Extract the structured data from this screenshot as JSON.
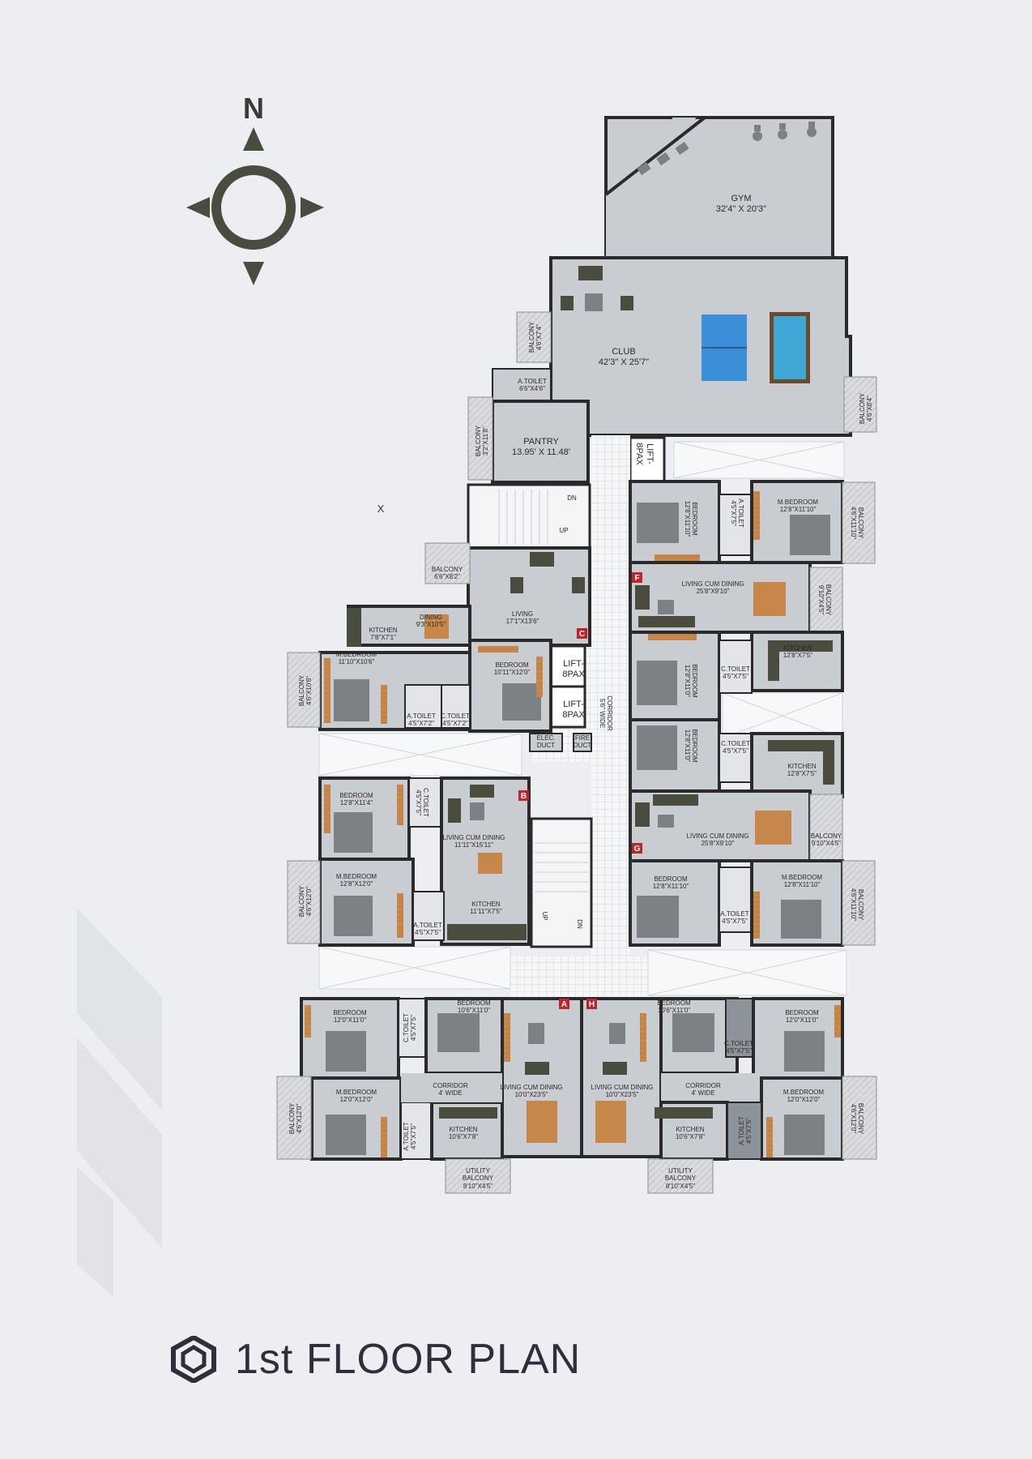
{
  "compass": {
    "north_label": "N"
  },
  "marker_x": "X",
  "title": "1st FLOOR PLAN",
  "colors": {
    "background": "#eceef1",
    "wall": "#2a2a2a",
    "floor": "#c9ccd0",
    "wood": "#c8874a",
    "sofa": "#4a4d3e",
    "corridor": "#f4f5f6",
    "door": "#b3232a",
    "pool_table": "#3fa7d6",
    "tt_table": "#3b8ed8",
    "brand": "#2e2f3a"
  },
  "rooms": [
    {
      "id": "gym",
      "name": "GYM",
      "size": "32'4\" X 20'3\""
    },
    {
      "id": "club",
      "name": "CLUB",
      "size": "42'3\" X 25'7\""
    },
    {
      "id": "pantry",
      "name": "PANTRY",
      "size": "13.95' X 11.48'"
    },
    {
      "id": "balcony-club",
      "name": "BALCONY",
      "size": "4'6\"X7'4\""
    },
    {
      "id": "balcony-club-r",
      "name": "BALCONY",
      "size": "4'6\"X8'4\""
    },
    {
      "id": "atoilet-club",
      "name": "A.TOILET",
      "size": "6'6\"X4'6\""
    },
    {
      "id": "balcony-pantry",
      "name": "BALCONY",
      "size": "3'2\"X11'8\""
    },
    {
      "id": "lift-top",
      "name": "LIFT-",
      "size": "8PAX"
    },
    {
      "id": "dn-top",
      "name": "DN",
      "size": ""
    },
    {
      "id": "up-top",
      "name": "UP",
      "size": ""
    },
    {
      "id": "balcony-c",
      "name": "BALCONY",
      "size": "6'6\"X8'2\""
    },
    {
      "id": "living-c",
      "name": "LIVING",
      "size": "17'1\"X13'6\""
    },
    {
      "id": "kitchen-c",
      "name": "KITCHEN",
      "size": "7'8\"X7'1\""
    },
    {
      "id": "dining-c",
      "name": "DINING",
      "size": "9'3\"X10'5\""
    },
    {
      "id": "mbed-c",
      "name": "M.BEDROOM",
      "size": "11'10\"X10'6\""
    },
    {
      "id": "bed-c",
      "name": "BEDROOM",
      "size": "10'11\"X12'0\""
    },
    {
      "id": "balcony-c2",
      "name": "BALCONY",
      "size": "4'6\"X10'6\""
    },
    {
      "id": "atoilet-c",
      "name": "A.TOILET",
      "size": "4'5\"X7'2\""
    },
    {
      "id": "ctoilet-c",
      "name": "C.TOILET",
      "size": "4'5\"X7'2\""
    },
    {
      "id": "lift-2",
      "name": "LIFT-",
      "size": "8PAX"
    },
    {
      "id": "lift-3",
      "name": "LIFT-",
      "size": "8PAX"
    },
    {
      "id": "elec",
      "name": "ELEC.",
      "size": "DUCT"
    },
    {
      "id": "fire",
      "name": "FIRE",
      "size": "DUCT"
    },
    {
      "id": "corridor",
      "name": "CORRIDOR",
      "size": "5'6\" WIDE"
    },
    {
      "id": "bed-f",
      "name": "BEDROOM",
      "size": "12'8\"X11'10\""
    },
    {
      "id": "atoilet-f",
      "name": "A.TOILET",
      "size": "4'5\"X7'5\""
    },
    {
      "id": "mbed-f",
      "name": "M.BEDROOM",
      "size": "12'8\"X11'10\""
    },
    {
      "id": "balcony-f",
      "name": "BALCONY",
      "size": "4'6\"X11'10\""
    },
    {
      "id": "living-f",
      "name": "LIVING CUM DINING",
      "size": "25'8\"X9'10\""
    },
    {
      "id": "balcony-f2",
      "name": "BALCONY",
      "size": "9'10\"X4'5\""
    },
    {
      "id": "kitchen-f",
      "name": "KITCHEN",
      "size": "12'8\"X7'5\""
    },
    {
      "id": "bed-f2",
      "name": "BEDROOM",
      "size": "12'8\"X11'0\""
    },
    {
      "id": "ctoilet-f",
      "name": "C.TOILET",
      "size": "4'5\"X7'5\""
    },
    {
      "id": "bed-g",
      "name": "BEDROOM",
      "size": "12'8\"X11'0\""
    },
    {
      "id": "ctoilet-g",
      "name": "C.TOILET",
      "size": "4'5\"X7'5\""
    },
    {
      "id": "kitchen-g",
      "name": "KITCHEN",
      "size": "12'8\"X7'5\""
    },
    {
      "id": "living-g",
      "name": "LIVING CUM DINING",
      "size": "25'8\"X9'10\""
    },
    {
      "id": "balcony-g",
      "name": "BALCONY",
      "size": "9'10\"X4'5\""
    },
    {
      "id": "bed-g2",
      "name": "BEDROOM",
      "size": "12'8\"X11'10\""
    },
    {
      "id": "atoilet-g",
      "name": "A.TOILET",
      "size": "4'5\"X7'5\""
    },
    {
      "id": "mbed-g",
      "name": "M.BEDROOM",
      "size": "12'8\"X11'10\""
    },
    {
      "id": "balcony-g2",
      "name": "BALCONY",
      "size": "4'6\"X11'10\""
    },
    {
      "id": "bed-b",
      "name": "BEDROOM",
      "size": "12'8\"X11'4\""
    },
    {
      "id": "ctoilet-b",
      "name": "C.TOILET",
      "size": "4'5\"X7'5\""
    },
    {
      "id": "living-b",
      "name": "LIVING CUM DINING",
      "size": "11'11\"X15'11\""
    },
    {
      "id": "mbed-b",
      "name": "M.BEDROOM",
      "size": "12'8\"X12'0\""
    },
    {
      "id": "balcony-b",
      "name": "BALCONY",
      "size": "4'6\"X12'0\""
    },
    {
      "id": "atoilet-b",
      "name": "A.TOILET",
      "size": "4'5\"X7'5\""
    },
    {
      "id": "kitchen-b",
      "name": "KITCHEN",
      "size": "11'11\"X7'5\""
    },
    {
      "id": "up-bot",
      "name": "UP",
      "size": ""
    },
    {
      "id": "dn-bot",
      "name": "DN",
      "size": ""
    },
    {
      "id": "bed-a1",
      "name": "BEDROOM",
      "size": "12'0\"X11'0\""
    },
    {
      "id": "ctoilet-a",
      "name": "C.TOILET",
      "size": "4'5\"X7'5\""
    },
    {
      "id": "bed-a2",
      "name": "BEDROOM",
      "size": "10'6\"X11'0\""
    },
    {
      "id": "corr-a",
      "name": "CORRIDOR",
      "size": "4' WIDE"
    },
    {
      "id": "living-a",
      "name": "LIVING CUM DINING",
      "size": "10'0\"X23'5\""
    },
    {
      "id": "mbed-a",
      "name": "M.BEDROOM",
      "size": "12'0\"X12'0\""
    },
    {
      "id": "balcony-a",
      "name": "BALCONY",
      "size": "4'6\"X12'0\""
    },
    {
      "id": "atoilet-a",
      "name": "A.TOILET",
      "size": "4'5\"X7'5\""
    },
    {
      "id": "kitchen-a",
      "name": "KITCHEN",
      "size": "10'6\"X7'8\""
    },
    {
      "id": "util-a",
      "name": "UTILITY",
      "size": "BALCONY"
    },
    {
      "id": "util-a-size",
      "name": "8'10\"X4'5\"",
      "size": ""
    },
    {
      "id": "bed-h2",
      "name": "BEDROOM",
      "size": "10'6\"X11'0\""
    },
    {
      "id": "ctoilet-h",
      "name": "C.TOILET",
      "size": "4'5\"X7'5\""
    },
    {
      "id": "bed-h1",
      "name": "BEDROOM",
      "size": "12'0\"X11'0\""
    },
    {
      "id": "living-h",
      "name": "LIVING CUM DINING",
      "size": "10'0\"X23'5\""
    },
    {
      "id": "corr-h",
      "name": "CORRIDOR",
      "size": "4' WIDE"
    },
    {
      "id": "mbed-h",
      "name": "M.BEDROOM",
      "size": "12'0\"X12'0\""
    },
    {
      "id": "kitchen-h",
      "name": "KITCHEN",
      "size": "10'6\"X7'8\""
    },
    {
      "id": "balcony-h",
      "name": "BALCONY",
      "size": "4'6\"X12'0\""
    },
    {
      "id": "atoilet-h",
      "name": "A.TOILET",
      "size": "4'5\"X7'5\""
    },
    {
      "id": "util-h",
      "name": "UTILITY",
      "size": "BALCONY"
    },
    {
      "id": "util-h-size",
      "name": "8'10\"X4'5\"",
      "size": ""
    }
  ],
  "unit_markers": [
    "A",
    "B",
    "C",
    "F",
    "G",
    "H"
  ]
}
